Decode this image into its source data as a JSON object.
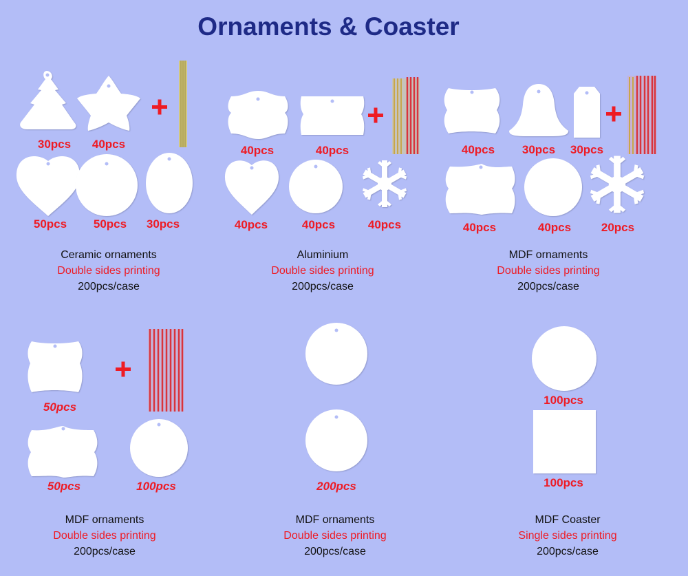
{
  "title": "Ornaments & Coaster",
  "colors": {
    "background": "#b3bdf7",
    "title": "#1e2a86",
    "accent": "#ee1b24",
    "shape_fill": "#ffffff",
    "ribbon_red": "#d9333c",
    "ribbon_gold": "#c8b864"
  },
  "icons": [
    "plus-icon",
    "ribbon-bundle-icon",
    "gold-ribbon-icon"
  ],
  "groups": [
    {
      "name": "Ceramic ornaments",
      "printing": "Double sides printing",
      "case": "200pcs/case",
      "items": [
        {
          "shape": "tree",
          "qty": "30pcs"
        },
        {
          "shape": "star",
          "qty": "40pcs"
        },
        {
          "shape": "heart",
          "qty": "50pcs"
        },
        {
          "shape": "round",
          "qty": "50pcs"
        },
        {
          "shape": "oval",
          "qty": "30pcs"
        }
      ]
    },
    {
      "name": "Aluminium",
      "printing": "Double sides printing",
      "case": "200pcs/case",
      "items": [
        {
          "shape": "bracket",
          "qty": "40pcs"
        },
        {
          "shape": "rectangle-bracket",
          "qty": "40pcs"
        },
        {
          "shape": "heart",
          "qty": "40pcs"
        },
        {
          "shape": "round",
          "qty": "40pcs"
        },
        {
          "shape": "snowflake",
          "qty": "40pcs"
        }
      ]
    },
    {
      "name": "MDF ornaments",
      "printing": "Double sides printing",
      "case": "200pcs/case",
      "items": [
        {
          "shape": "square-bracket",
          "qty": "40pcs"
        },
        {
          "shape": "bell",
          "qty": "30pcs"
        },
        {
          "shape": "tag",
          "qty": "30pcs"
        },
        {
          "shape": "bracket",
          "qty": "40pcs"
        },
        {
          "shape": "round",
          "qty": "40pcs"
        },
        {
          "shape": "snowflake",
          "qty": "20pcs"
        }
      ]
    },
    {
      "name": "MDF ornaments",
      "printing": "Double sides printing",
      "case": "200pcs/case",
      "items": [
        {
          "shape": "square-bracket",
          "qty": "50pcs"
        },
        {
          "shape": "bracket",
          "qty": "50pcs"
        },
        {
          "shape": "round",
          "qty": "100pcs"
        }
      ]
    },
    {
      "name": "MDF ornaments",
      "printing": "Double sides printing",
      "case": "200pcs/case",
      "items": [
        {
          "shape": "round",
          "qty": "200pcs"
        }
      ]
    },
    {
      "name": "MDF Coaster",
      "printing": "Single sides printing",
      "case": "200pcs/case",
      "items": [
        {
          "shape": "round",
          "qty": "100pcs"
        },
        {
          "shape": "square",
          "qty": "100pcs"
        }
      ]
    }
  ]
}
